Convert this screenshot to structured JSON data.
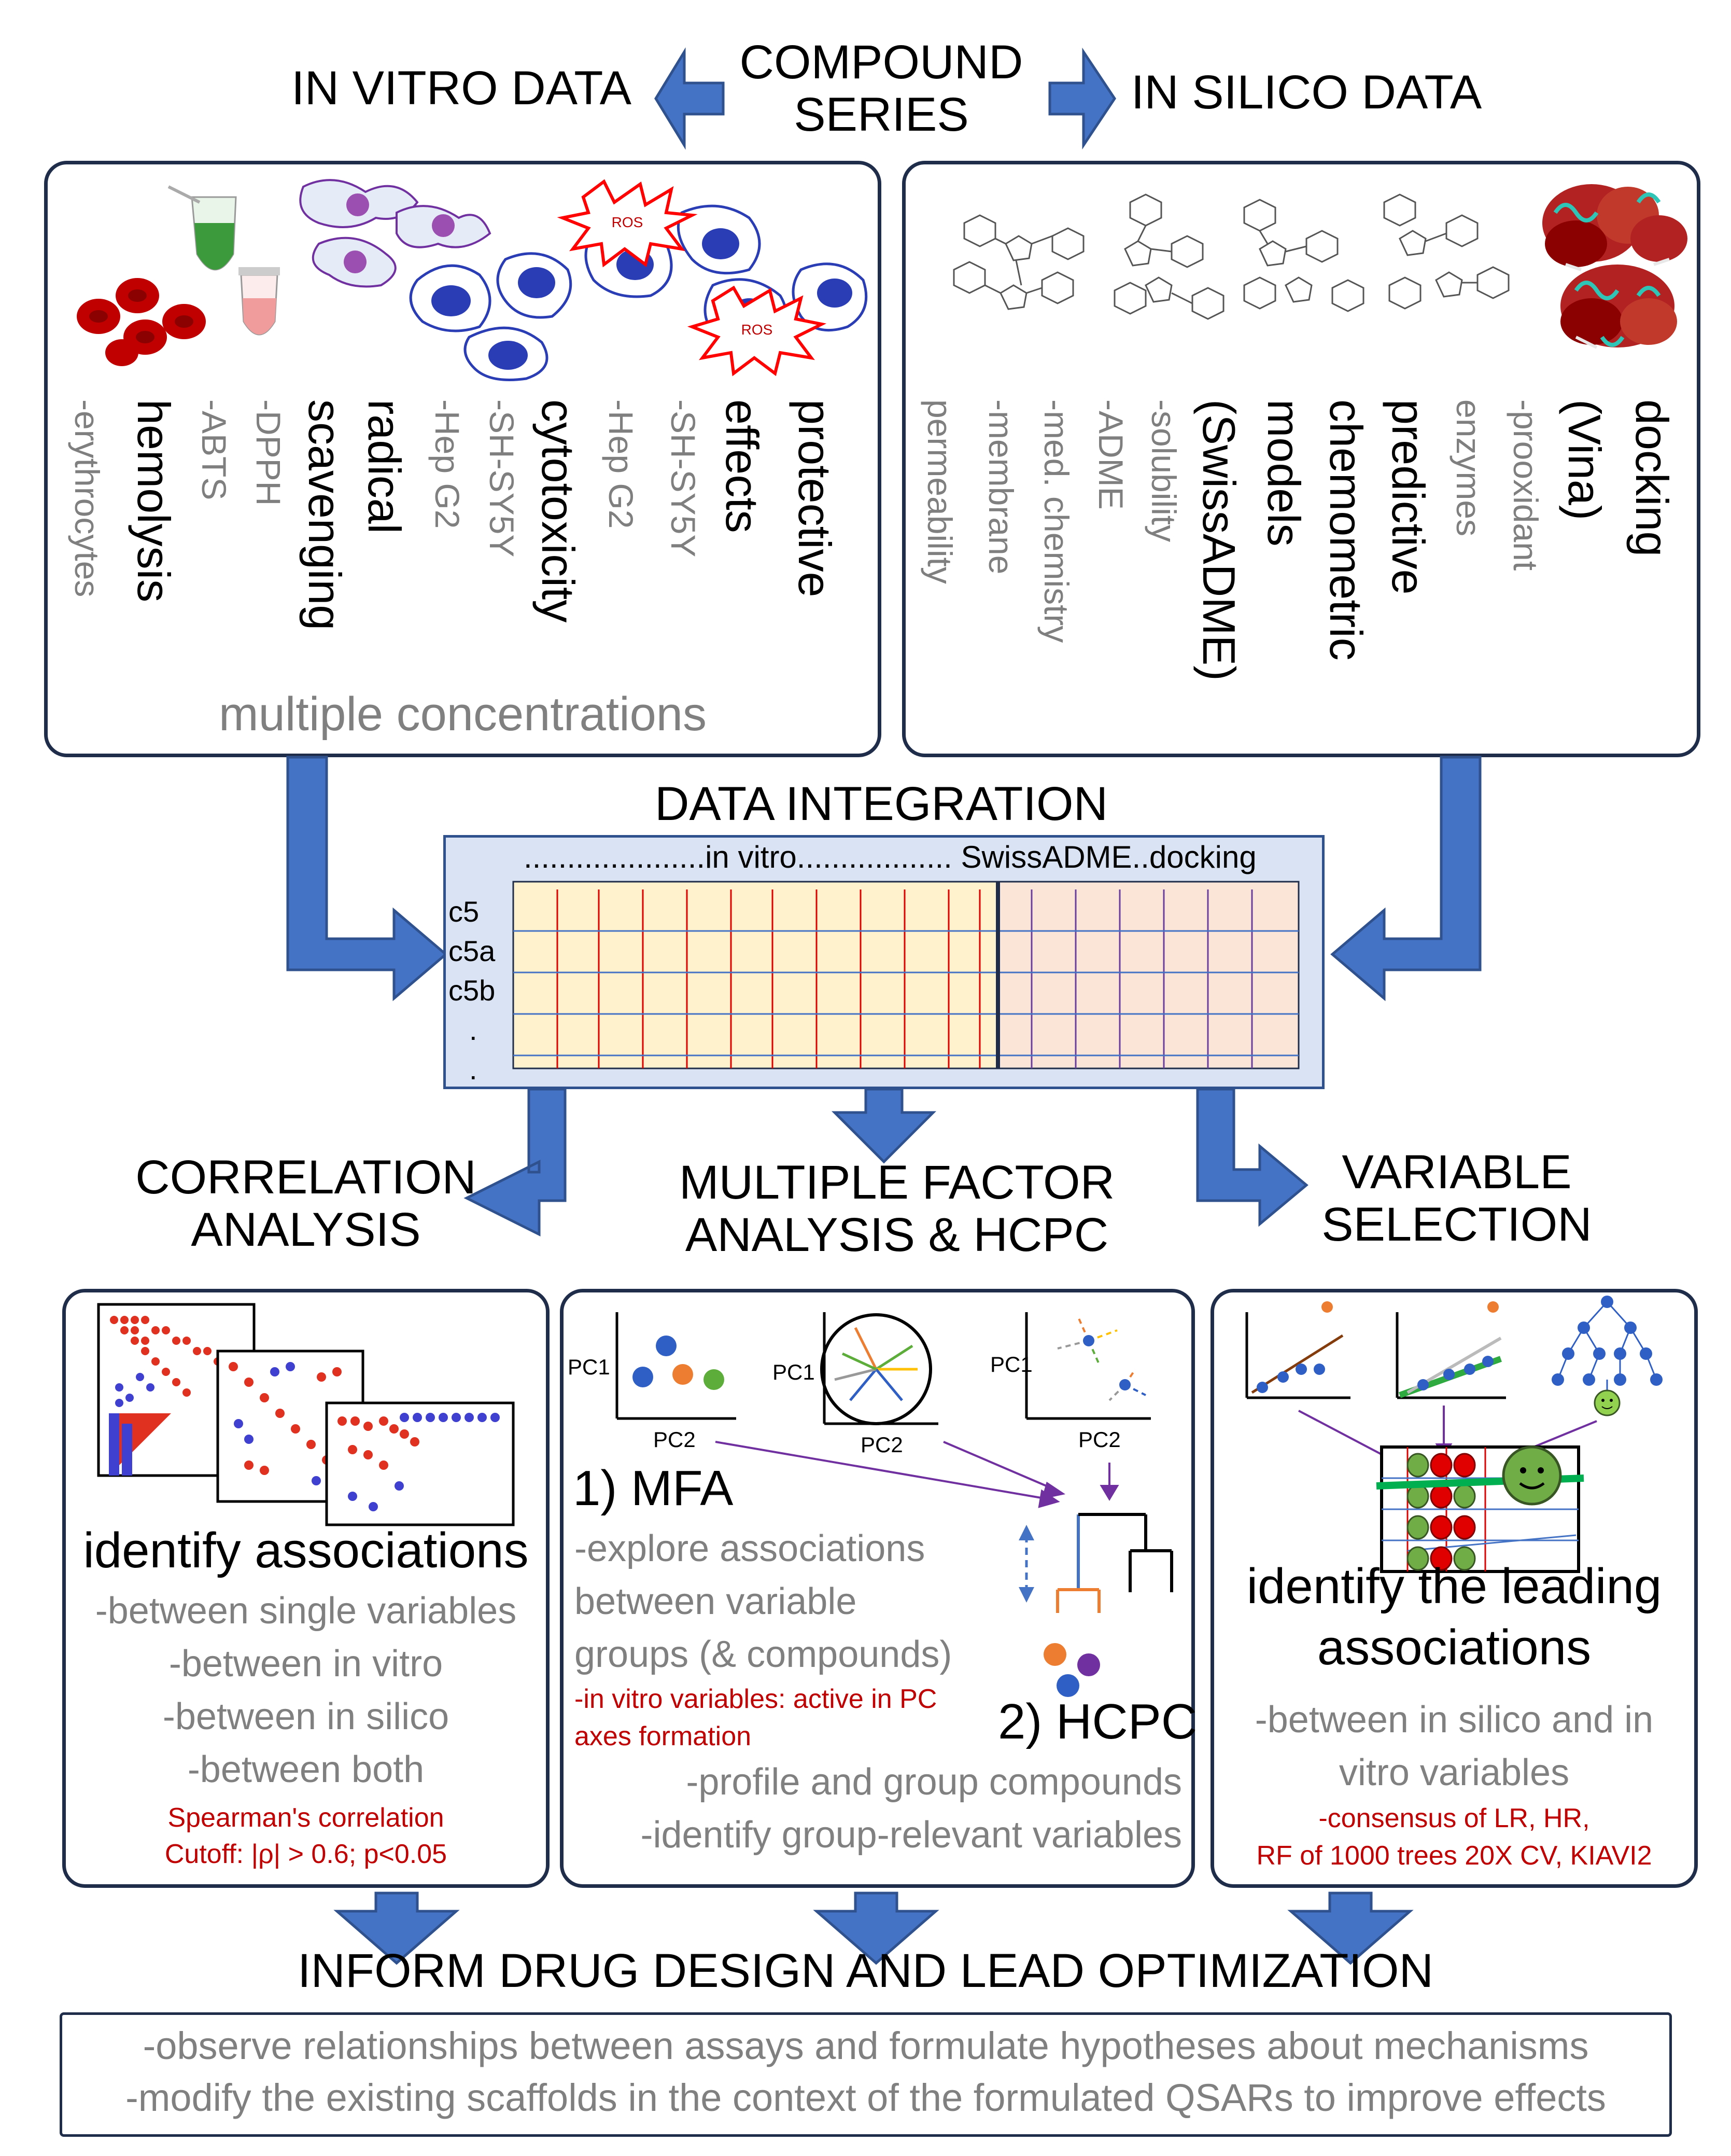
{
  "header": {
    "in_vitro": "IN VITRO DATA",
    "compound_series": "COMPOUND SERIES",
    "compound_line1": "COMPOUND",
    "compound_line2": "SERIES",
    "in_silico": "IN SILICO DATA"
  },
  "in_vitro_panel": {
    "ros_label": "ROS",
    "columns": [
      {
        "text": "-erythrocytes",
        "style": "sub"
      },
      {
        "text": "hemolysis",
        "style": "main"
      },
      {
        "text": "-ABTS",
        "style": "sub"
      },
      {
        "text": "-DPPH",
        "style": "sub"
      },
      {
        "text": "scavenging",
        "style": "main"
      },
      {
        "text": "radical",
        "style": "main"
      },
      {
        "text": "-Hep G2",
        "style": "sub"
      },
      {
        "text": "-SH-SY5Y",
        "style": "sub"
      },
      {
        "text": "cytotoxicity",
        "style": "main"
      },
      {
        "text": "-Hep G2",
        "style": "sub"
      },
      {
        "text": "-SH-SY5Y",
        "style": "sub"
      },
      {
        "text": "effects",
        "style": "main"
      },
      {
        "text": "protective",
        "style": "main"
      }
    ],
    "footer": "multiple concentrations"
  },
  "in_silico_panel": {
    "columns": [
      {
        "text": "permeability",
        "style": "sub"
      },
      {
        "text": "-membrane",
        "style": "sub"
      },
      {
        "text": "-med. chemistry",
        "style": "sub"
      },
      {
        "text": "-ADME",
        "style": "sub"
      },
      {
        "text": "-solubility",
        "style": "sub"
      },
      {
        "text": "(SwissADME)",
        "style": "main"
      },
      {
        "text": "models",
        "style": "main"
      },
      {
        "text": "chemometric",
        "style": "main"
      },
      {
        "text": "predictive",
        "style": "main"
      },
      {
        "text": "enzymes",
        "style": "sub"
      },
      {
        "text": "-prooxidant",
        "style": "sub"
      },
      {
        "text": "(Vina)",
        "style": "main"
      },
      {
        "text": "docking",
        "style": "main"
      }
    ]
  },
  "integration": {
    "title": "DATA INTEGRATION",
    "matrix_header": ".....................in vitro.................. SwissADME..docking",
    "rows": [
      "c5",
      "c5a",
      "c5b",
      ".",
      "."
    ]
  },
  "correlation": {
    "title_line1": "CORRELATION",
    "title_line2": "ANALYSIS",
    "heading": "identify associations",
    "items": [
      "-between single variables",
      "-between in vitro",
      "-between in silico",
      "-between both"
    ],
    "method_line1": "Spearman's correlation",
    "method_line2": "Cutoff: |ρ| > 0.6; p<0.05"
  },
  "mfa": {
    "title_line1": "MULTIPLE FACTOR",
    "title_line2": "ANALYSIS & HCPC",
    "pc1": "PC1",
    "pc2": "PC2",
    "step1": "1) MFA",
    "step1_items": [
      "-explore associations",
      "between variable",
      "groups (& compounds)"
    ],
    "step1_red": [
      "-in vitro variables: active in PC",
      "axes formation"
    ],
    "step2": "2) HCPC",
    "step2_items": [
      "-profile and group compounds",
      "-identify group-relevant variables"
    ]
  },
  "selection": {
    "title_line1": "VARIABLE",
    "title_line2": "SELECTION",
    "heading_line1": "identify the leading",
    "heading_line2": "associations",
    "items": [
      "-between in silico and in",
      "vitro variables"
    ],
    "red_line1": "-consensus of LR, HR,",
    "red_line2": "RF of 1000 trees 20X CV, KIAVI2"
  },
  "outcome": {
    "title": "INFORM DRUG DESIGN AND LEAD OPTIMIZATION",
    "line1": "-observe relationships between assays and formulate hypotheses about mechanisms",
    "line2": "-modify the existing scaffolds in the context of the formulated QSARs to improve effects"
  },
  "colors": {
    "arrow_blue": "#4472c4",
    "arrow_edge": "#2f528f",
    "box_border": "#1f2d4a",
    "gray_text": "#808080",
    "red_text": "#c00000",
    "matrix_bg": "#dae3f3",
    "invitro_cells": "#fff2cc",
    "insilico_cells": "#fbe5d6"
  }
}
